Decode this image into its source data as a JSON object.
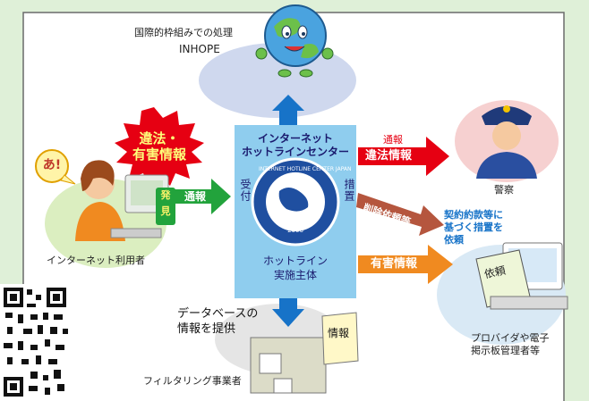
{
  "center": {
    "title_line1": "インターネット",
    "title_line2": "ホットラインセンター",
    "left_side": "受付",
    "right_side": "措置",
    "bottom_line1": "ホットライン",
    "bottom_line2": "実施主体",
    "seal_text": "INTERNET HOTLINE CENTER JAPAN",
    "seal_year": "2006"
  },
  "inhope": {
    "line1": "国際的枠組みでの処理",
    "line2": "INHOPE"
  },
  "user": {
    "label": "インターネット利用者",
    "exclaim": "あ!"
  },
  "burst": {
    "line1": "違法・",
    "line2": "有害情報"
  },
  "discover": {
    "line1": "発",
    "line2": "見",
    "report": "通報"
  },
  "police_arrow": {
    "top": "通報",
    "main": "違法情報"
  },
  "police": {
    "label": "警察"
  },
  "delete_arrow": {
    "label": "削除依頼等"
  },
  "contract": {
    "line1": "契約約款等に",
    "line2": "基づく措置を",
    "line3": "依頼"
  },
  "harmful_arrow": {
    "label": "有害情報"
  },
  "provider": {
    "line1": "プロバイダや電子",
    "line2": "掲示板管理者等",
    "paper": "依頼"
  },
  "database": {
    "line1": "データベースの",
    "line2": "情報を提供",
    "paper": "情報"
  },
  "filtering": {
    "label": "フィルタリング事業者"
  },
  "colors": {
    "accent_red": "#e60012",
    "accent_green": "#22a33c",
    "accent_orange": "#f08a20",
    "accent_blue": "#1773c8",
    "background": "#dff0d8"
  }
}
